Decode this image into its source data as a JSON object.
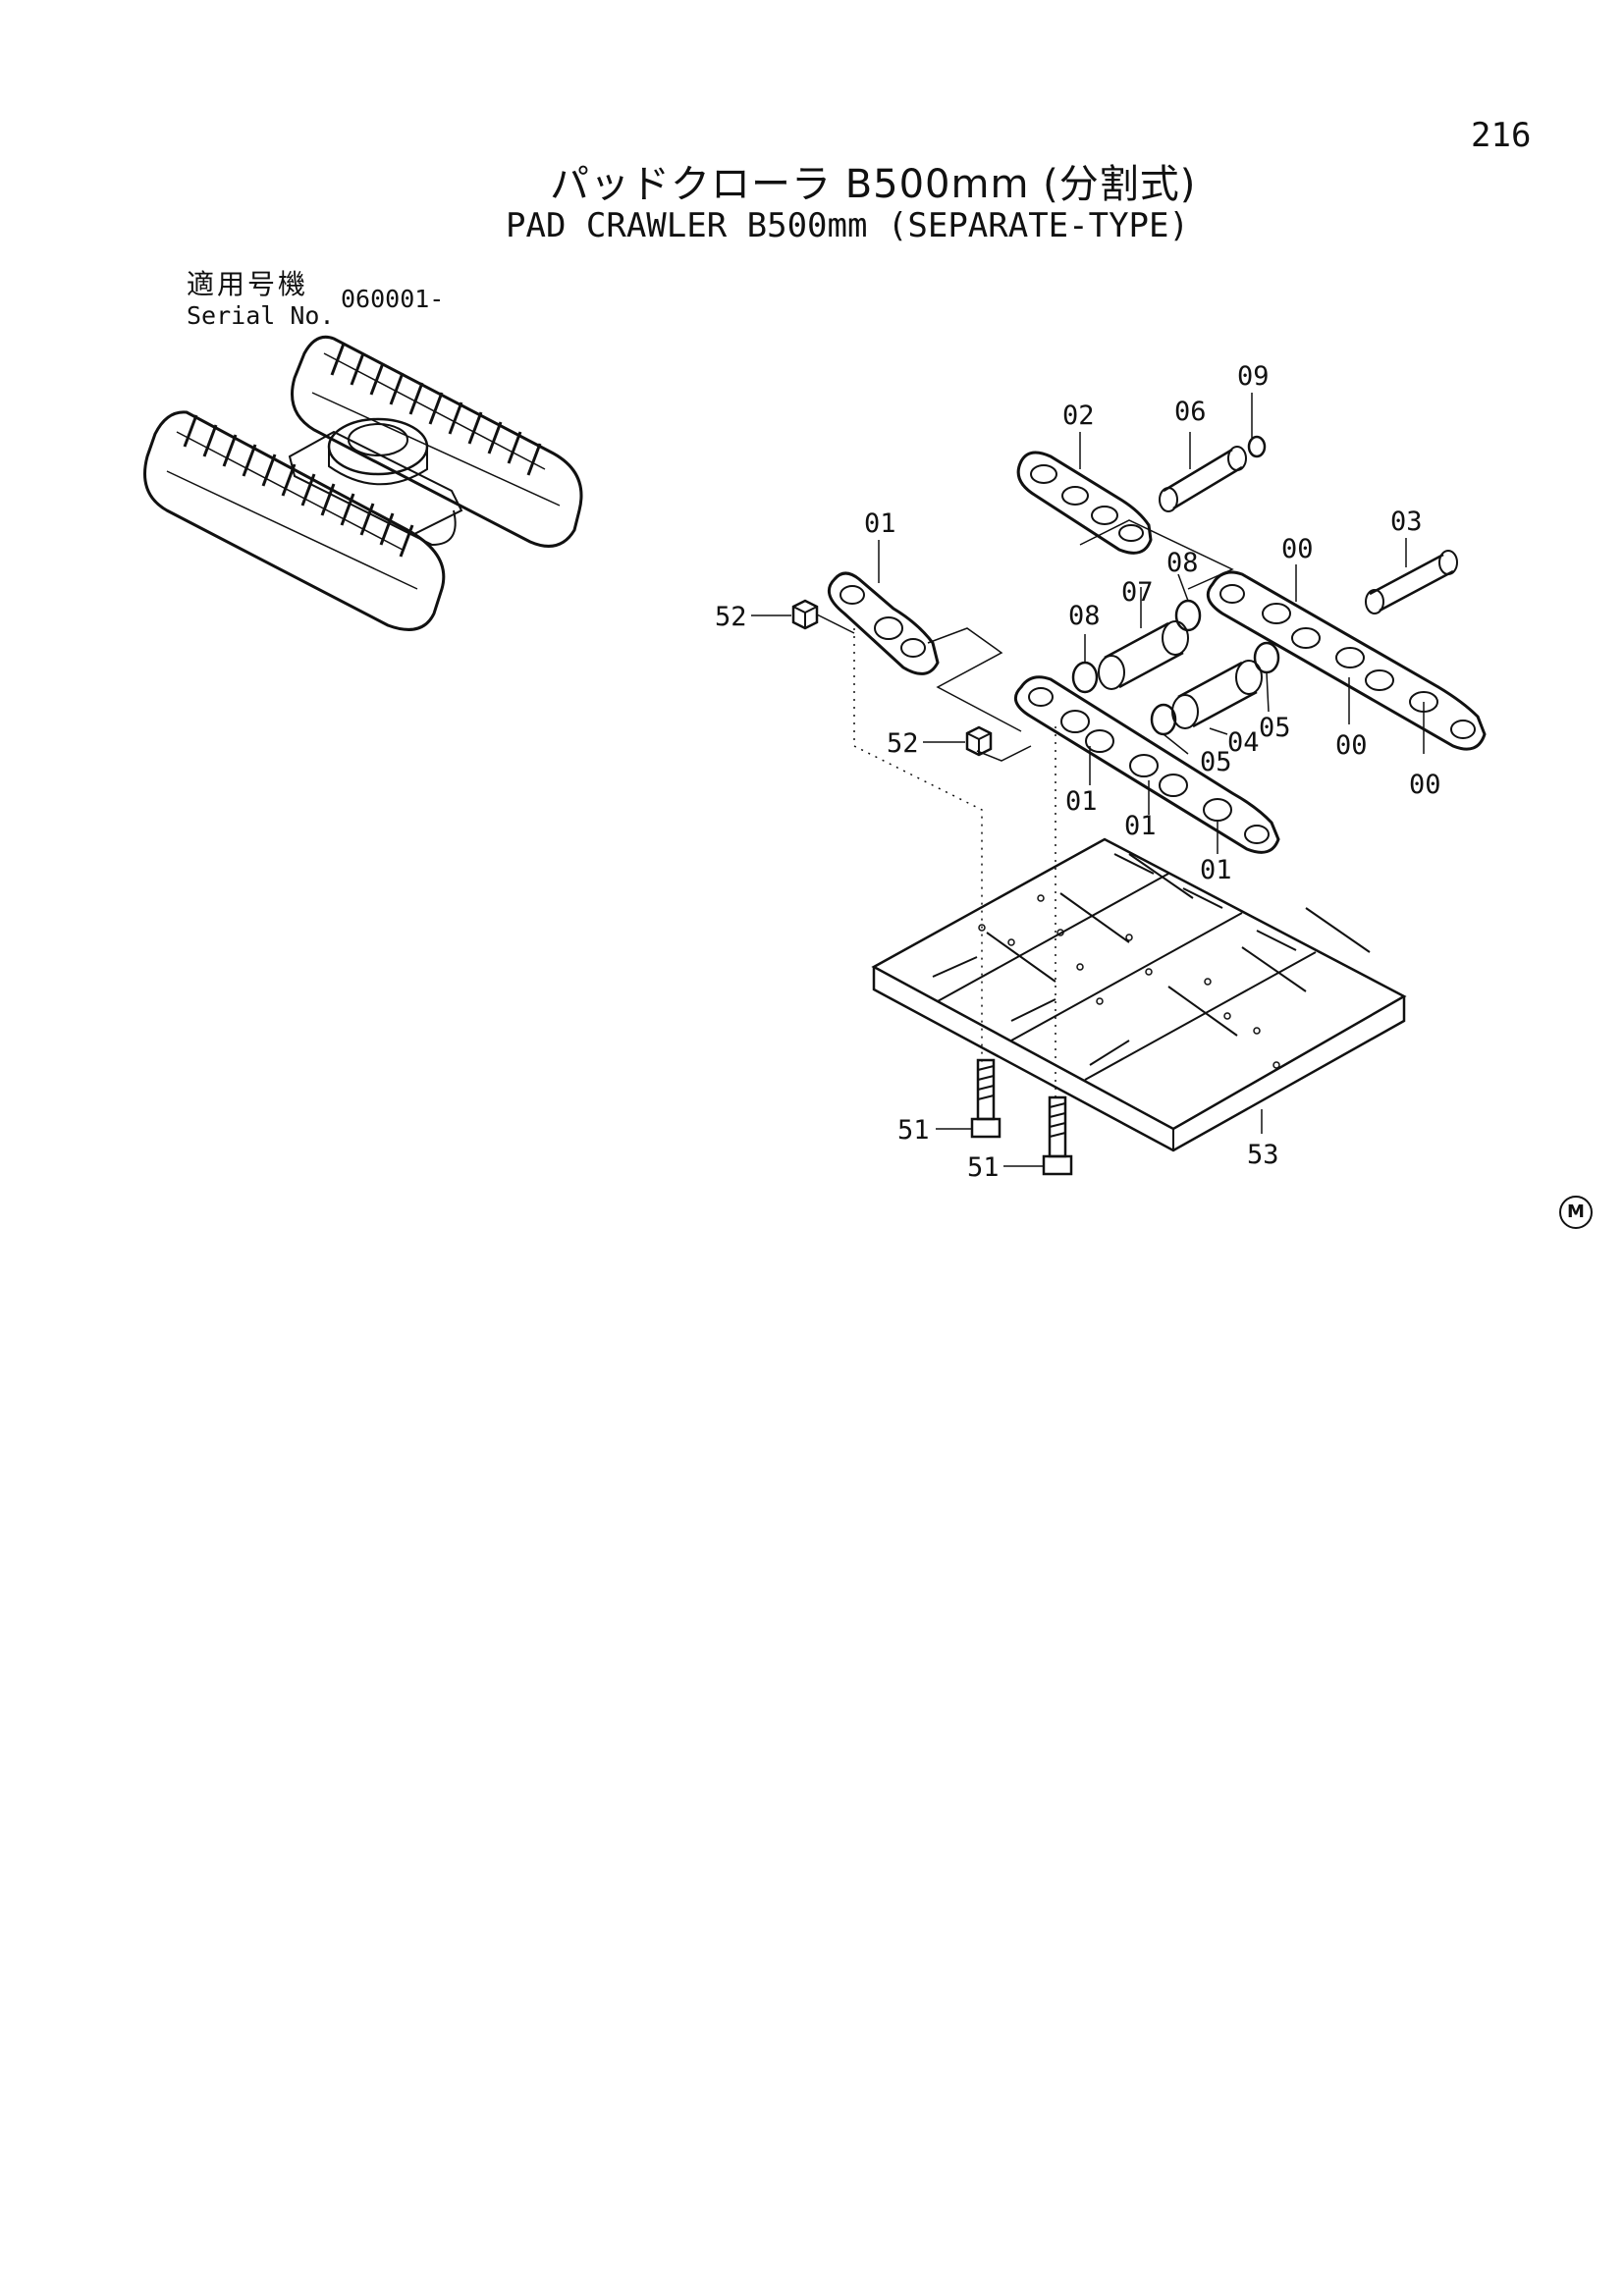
{
  "page_number": "216",
  "title_jp": "パッドクローラ B500mm (分割式)",
  "title_en": "PAD CRAWLER B500mm (SEPARATE-TYPE)",
  "serial": {
    "label_jp": "適用号機",
    "label_en": "Serial No.",
    "value": "060001-"
  },
  "manufacturer_mark": "M",
  "callouts": {
    "c00a": "00",
    "c00b": "00",
    "c00c": "00",
    "c01a": "01",
    "c01b": "01",
    "c01c": "01",
    "c01d": "01",
    "c02": "02",
    "c03": "03",
    "c04": "04",
    "c05a": "05",
    "c05b": "05",
    "c06": "06",
    "c07": "07",
    "c08a": "08",
    "c08b": "08",
    "c09": "09",
    "c51a": "51",
    "c51b": "51",
    "c52a": "52",
    "c52b": "52",
    "c53": "53"
  }
}
